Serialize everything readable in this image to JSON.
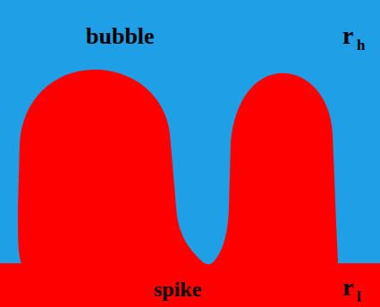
{
  "diagram": {
    "labels": [
      "bubble",
      "r",
      "h",
      "spike",
      "r",
      "l"
    ]
  }
}
